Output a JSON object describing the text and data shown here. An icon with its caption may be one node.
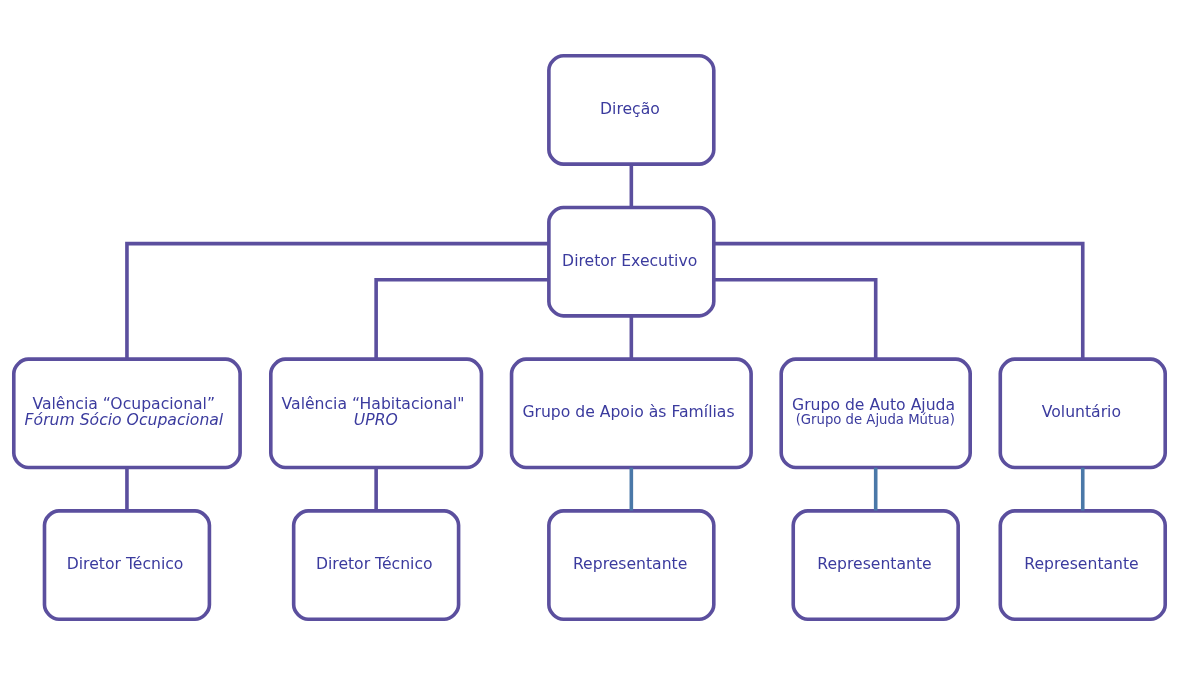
{
  "diagram": {
    "nodes": [
      {
        "text": [
          "Direção"
        ]
      },
      {
        "text": [
          "Diretor Executivo"
        ]
      },
      {
        "text": [
          "Valência “Ocupacional”",
          "Fórum Sócio Ocupacional"
        ]
      },
      {
        "text": [
          "Valência “Habitacional\"",
          "UPRO"
        ]
      },
      {
        "text": [
          "Grupo de Apoio às Famílias"
        ]
      },
      {
        "text": [
          "Grupo de Auto Ajuda",
          "(Grupo de Ajuda Mútua)"
        ]
      },
      {
        "text": [
          "Voluntário"
        ]
      },
      {
        "text": [
          "Diretor Técnico"
        ]
      },
      {
        "text": [
          "Diretor Técnico"
        ]
      },
      {
        "text": [
          "Representante"
        ]
      },
      {
        "text": [
          "Representante"
        ]
      },
      {
        "text": [
          "Representante"
        ]
      }
    ],
    "edges": [
      {
        "from": 0,
        "to": 1,
        "arrow": "none"
      },
      {
        "from": 1,
        "to": 2,
        "arrow": "none"
      },
      {
        "from": 1,
        "to": 3,
        "arrow": "none"
      },
      {
        "from": 1,
        "to": 4,
        "arrow": "none"
      },
      {
        "from": 1,
        "to": 5,
        "arrow": "none"
      },
      {
        "from": 1,
        "to": 6,
        "arrow": "none"
      },
      {
        "from": 2,
        "to": 7,
        "arrow": "none"
      },
      {
        "from": 3,
        "to": 8,
        "arrow": "none"
      },
      {
        "from": 4,
        "to": 9,
        "arrow": "none",
        "color": "#4a78a8"
      },
      {
        "from": 5,
        "to": 10,
        "arrow": "none",
        "color": "#4a78a8"
      },
      {
        "from": 6,
        "to": 11,
        "arrow": "none",
        "color": "#4a78a8"
      }
    ]
  }
}
